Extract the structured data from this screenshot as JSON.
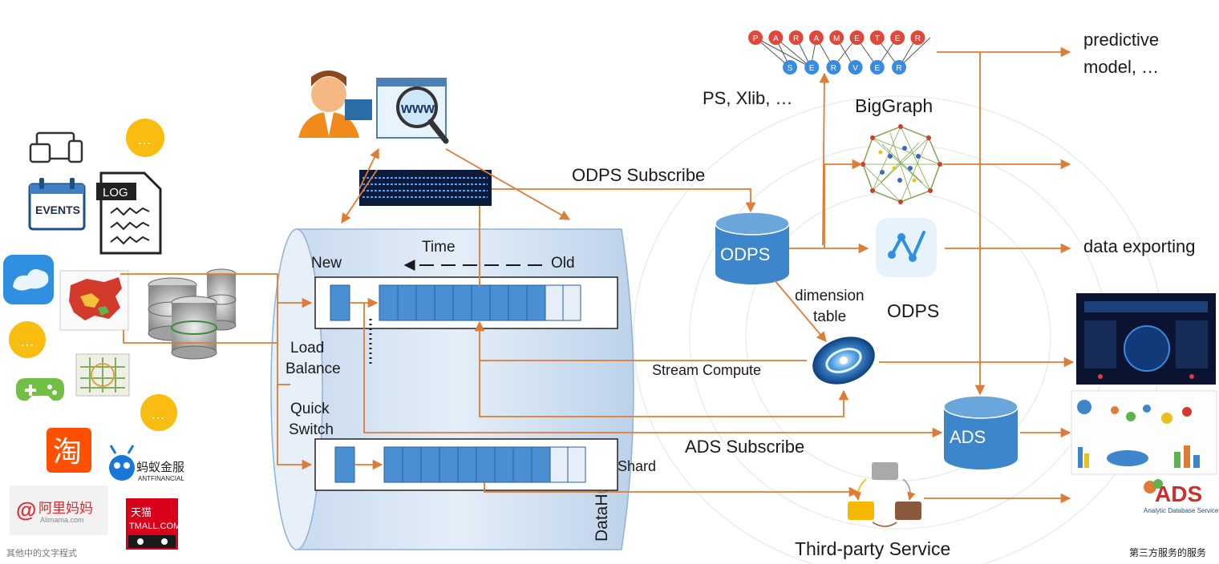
{
  "parameter_letters": [
    "P",
    "A",
    "R",
    "A",
    "M",
    "E",
    "T",
    "E",
    "R"
  ],
  "server_letters": [
    "S",
    "E",
    "R",
    "V",
    "E",
    "R"
  ],
  "labels": {
    "ps_xlib": "PS, Xlib, …",
    "biggraph": "BigGraph",
    "odps_subscribe": "ODPS Subscribe",
    "odps_db": "ODPS",
    "odps_app": "ODPS",
    "dimension_table_1": "dimension",
    "dimension_table_2": "table",
    "stream_compute": "Stream Compute",
    "ads_subscribe": "ADS Subscribe",
    "ads_db": "ADS",
    "third_party": "Third-party Service",
    "predictive_1": "predictive",
    "predictive_2": "model, …",
    "data_exporting": "data exporting",
    "time": "Time",
    "new": "New",
    "old": "Old",
    "load_1": "Load",
    "load_2": "Balance",
    "quick_1": "Quick",
    "quick_2": "Switch",
    "shard": "Shard",
    "datahub": "DataHub",
    "events": "EVENTS",
    "log": "LOG",
    "ellipsis": "…",
    "taobao": "淘",
    "antfin_cn": "蚂蚁金服",
    "antfin_en": "ANTFINANCIAL",
    "alimama_cn": "阿里妈妈",
    "alimama_en": "Alimama.com",
    "tmall_cn": "天猫",
    "tmall_en": "TMALL.COM",
    "www": "www",
    "ads_logo": "ADS",
    "ads_logo_sub": "Analytic Database Service",
    "footer_left": "其他中的文字程式",
    "footer_right": "第三方服务的服务"
  },
  "colors": {
    "arrow": "#e07b35",
    "cell_blue": "#4a8fd1",
    "cyl_blue": "#3d86cc",
    "datahub_fill": "#d5e4f3",
    "dark": "#1a1a1a"
  }
}
